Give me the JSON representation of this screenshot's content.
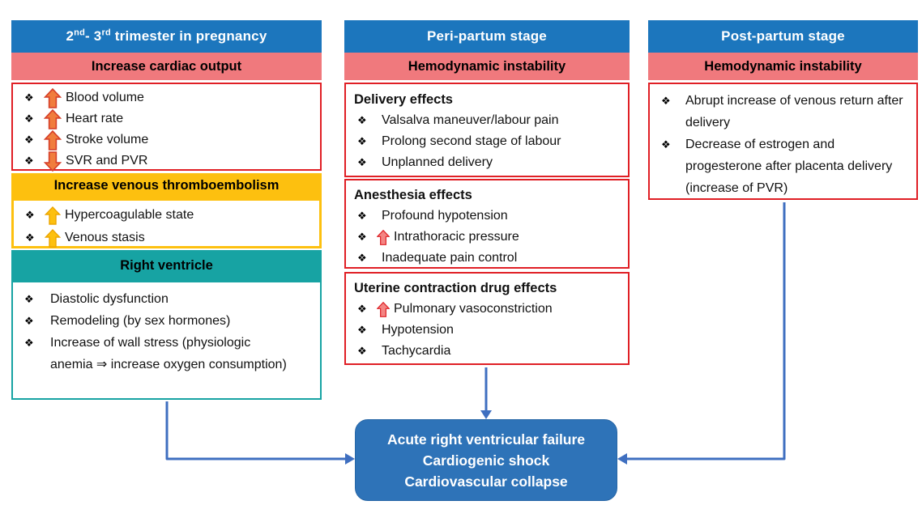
{
  "bullet": "❖",
  "colors": {
    "header_blue": "#1c76bd",
    "band_pink": "#f0797d",
    "band_yellow": "#fdc00f",
    "band_teal": "#17a3a3",
    "border_red": "#e01f25",
    "outcome_blue": "#2e73b8",
    "connector_blue": "#3f6fc0",
    "arrow_orange": "#f07d3d",
    "arrow_yellow": "#fdc00f",
    "arrow_pink": "#f48583"
  },
  "columns": [
    {
      "id": "trimester",
      "header": {
        "p1": "2",
        "sup1": "nd",
        "p2": "- 3",
        "sup2": "rd",
        "p3": " trimester in pregnancy"
      },
      "band1": "Increase cardiac output",
      "cardiac_items": [
        {
          "arrow": "up-orange",
          "text": "Blood volume"
        },
        {
          "arrow": "up-orange",
          "text": "Heart rate"
        },
        {
          "arrow": "up-orange",
          "text": "Stroke volume"
        },
        {
          "arrow": "down-orange",
          "text": "SVR and PVR"
        }
      ],
      "band2": "Increase venous thromboembolism",
      "vte_items": [
        {
          "arrow": "up-yellow",
          "text": "Hypercoagulable state"
        },
        {
          "arrow": "up-yellow",
          "text": "Venous stasis"
        }
      ],
      "band3": "Right ventricle",
      "rv_items": [
        {
          "text": "Diastolic dysfunction"
        },
        {
          "text": "Remodeling (by sex hormones)"
        },
        {
          "text": "Increase of wall stress (physiologic anemia ⇒ increase oxygen consumption)"
        }
      ]
    },
    {
      "id": "peripartum",
      "header": {
        "title": "Peri-partum stage"
      },
      "band1": "Hemodynamic instability",
      "groups": [
        {
          "title": "Delivery effects",
          "items": [
            {
              "text": "Valsalva maneuver/labour pain"
            },
            {
              "text": "Prolong second stage of labour"
            },
            {
              "text": "Unplanned delivery"
            }
          ]
        },
        {
          "title": "Anesthesia effects",
          "items": [
            {
              "text": "Profound hypotension"
            },
            {
              "arrow": "up-pink",
              "text": "Intrathoracic pressure"
            },
            {
              "text": "Inadequate pain control"
            }
          ]
        },
        {
          "title": "Uterine contraction drug effects",
          "items": [
            {
              "arrow": "up-pink",
              "text": "Pulmonary vasoconstriction"
            },
            {
              "text": "Hypotension"
            },
            {
              "text": "Tachycardia"
            }
          ]
        }
      ]
    },
    {
      "id": "postpartum",
      "header": {
        "title": "Post-partum stage"
      },
      "band1": "Hemodynamic instability",
      "items": [
        {
          "text": "Abrupt increase of venous return after delivery"
        },
        {
          "text": "Decrease of estrogen and progesterone after placenta delivery (increase of PVR)"
        }
      ]
    }
  ],
  "outcome": {
    "lines": [
      "Acute right ventricular failure",
      "Cardiogenic shock",
      "Cardiovascular collapse"
    ]
  }
}
